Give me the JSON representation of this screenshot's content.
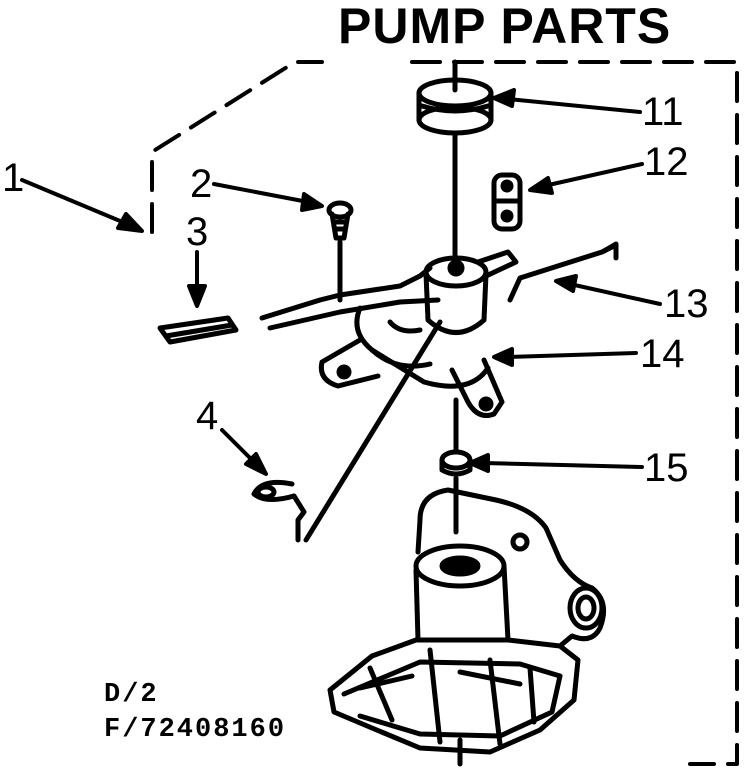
{
  "title": "PUMP PARTS",
  "callouts": {
    "c1": "1",
    "c2": "2",
    "c3": "3",
    "c4": "4",
    "c11": "11",
    "c12": "12",
    "c13": "13",
    "c14": "14",
    "c15": "15"
  },
  "codes": {
    "line1": "D/2",
    "line2": "F/72408160"
  }
}
